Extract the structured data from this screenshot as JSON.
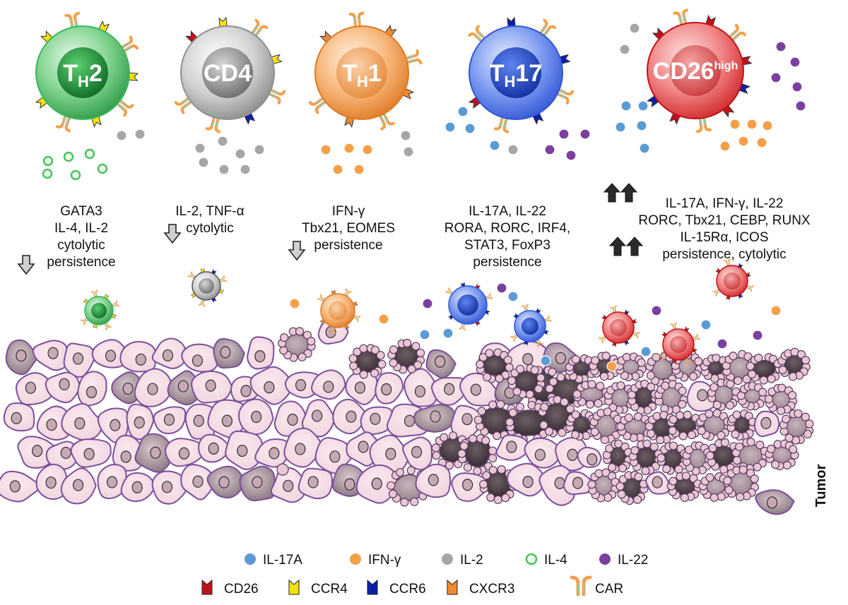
{
  "cells": [
    {
      "id": "th2",
      "label_main": "T",
      "label_sub": "H",
      "label_tail": "2",
      "color": "#3cb65a",
      "lines": [
        "GATA3",
        "IL-4, IL-2",
        "cytolytic",
        "persistence"
      ],
      "arrow": "down-outline"
    },
    {
      "id": "cd4",
      "label_main": "CD4",
      "label_sub": "",
      "label_tail": "",
      "color": "#9a9a9a",
      "lines": [
        "IL-2, TNF-α",
        "cytolytic"
      ],
      "arrow": "down-outline"
    },
    {
      "id": "th1",
      "label_main": "T",
      "label_sub": "H",
      "label_tail": "1",
      "color": "#ef8a34",
      "lines": [
        "IFN-γ",
        "Tbx21, EOMES",
        "persistence"
      ],
      "arrow": "down-outline"
    },
    {
      "id": "th17",
      "label_main": "T",
      "label_sub": "H",
      "label_tail": "17",
      "color": "#3a64de",
      "lines": [
        "IL-17A, IL-22",
        "RORA, RORC, IRF4,",
        "STAT3, FoxP3",
        "persistence"
      ],
      "arrow": "none"
    },
    {
      "id": "cd26",
      "label_main": "CD26",
      "label_sub": "",
      "label_sup": "high",
      "label_tail": "",
      "color": "#e0393a",
      "lines": [
        "IL-17A, IFN-γ, IL-22",
        "RORC, Tbx21, CEBP, RUNX",
        "IL-15Rα, ICOS",
        "persistence, cytolytic"
      ],
      "arrow": "double-up"
    }
  ],
  "tumor_label": "Tumor",
  "legend": {
    "cytokines": [
      {
        "label": "IL-17A",
        "color": "#5b9bd5",
        "style": "fill"
      },
      {
        "label": "IFN-γ",
        "color": "#f4a04a",
        "style": "fill"
      },
      {
        "label": "IL-2",
        "color": "#a6a6a6",
        "style": "fill"
      },
      {
        "label": "IL-4",
        "color": "#4cc25f",
        "style": "ring"
      },
      {
        "label": "IL-22",
        "color": "#7b3fa0",
        "style": "fill"
      }
    ],
    "receptors": [
      {
        "label": "CD26",
        "color": "#c0121a"
      },
      {
        "label": "CCR4",
        "color": "#f4e20c"
      },
      {
        "label": "CCR6",
        "color": "#0a1fa8"
      },
      {
        "label": "CXCR3",
        "color": "#ef8a34"
      },
      {
        "label": "CAR",
        "color": "#f4a04a"
      }
    ]
  }
}
